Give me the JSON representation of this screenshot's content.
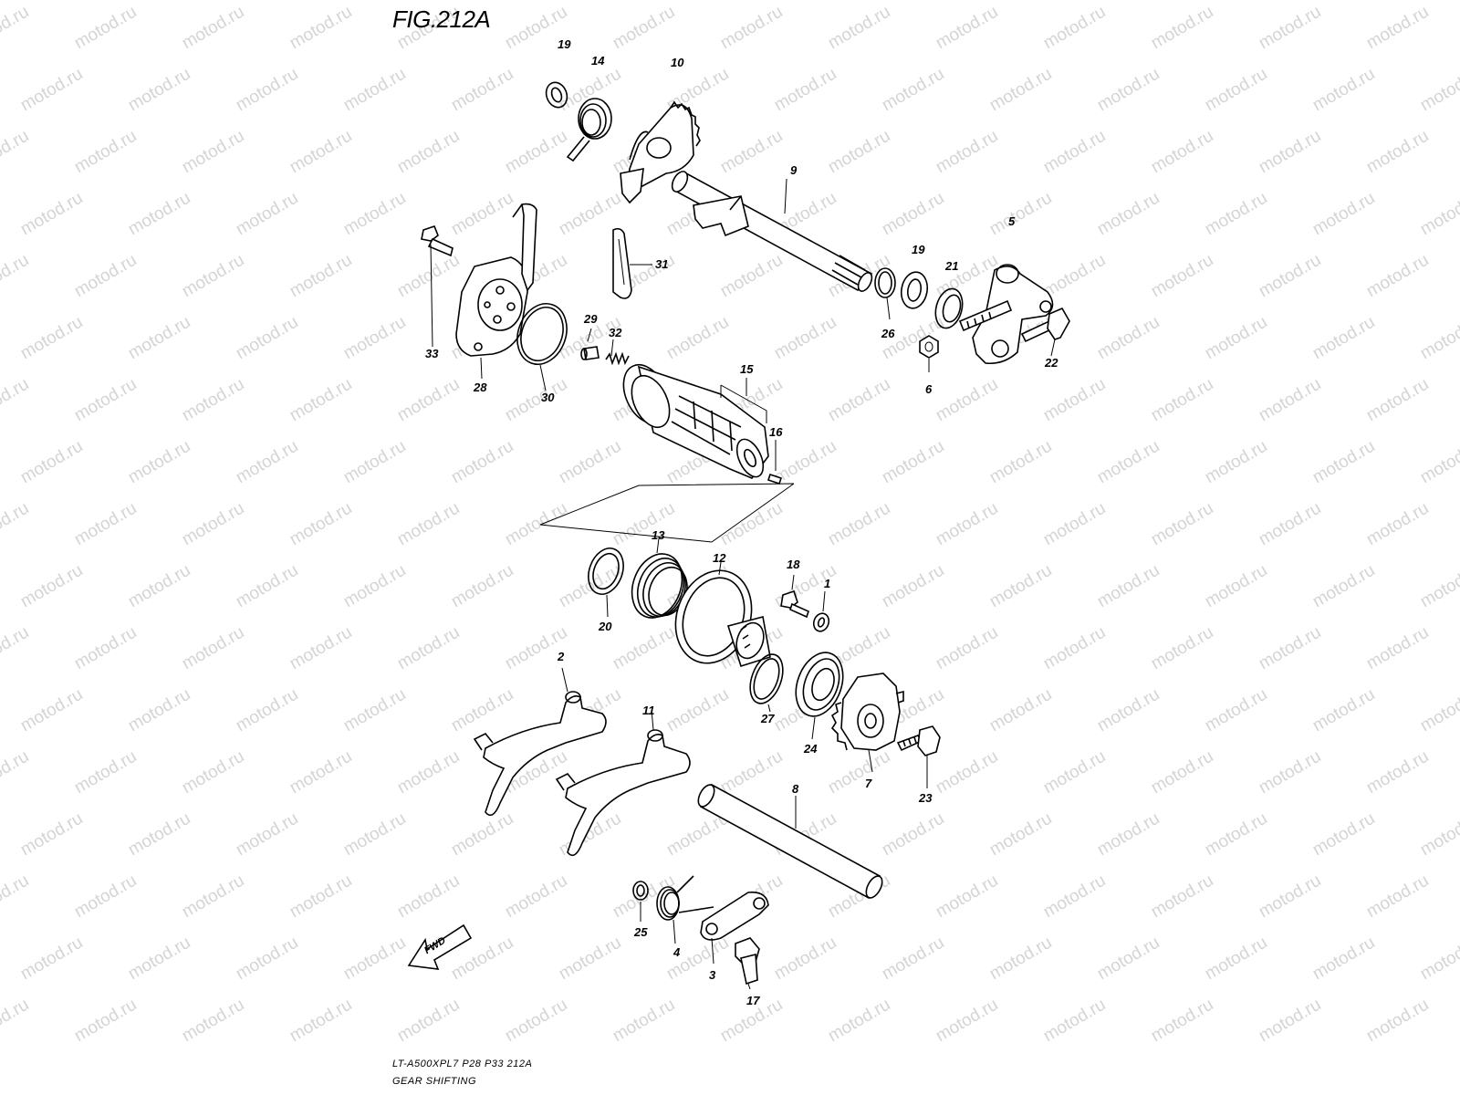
{
  "figure": {
    "title": "FIG.212A",
    "watermark": "motod.ru",
    "model_line": "LT-A500XPL7  P28  P33  212A",
    "section_name": "GEAR SHIFTING",
    "fwd_label": "FWD"
  },
  "callouts": [
    {
      "id": "c19a",
      "label": "19"
    },
    {
      "id": "c14",
      "label": "14"
    },
    {
      "id": "c10",
      "label": "10"
    },
    {
      "id": "c9",
      "label": "9"
    },
    {
      "id": "c31",
      "label": "31"
    },
    {
      "id": "c19b",
      "label": "19"
    },
    {
      "id": "c21",
      "label": "21"
    },
    {
      "id": "c5",
      "label": "5"
    },
    {
      "id": "c26",
      "label": "26"
    },
    {
      "id": "c22",
      "label": "22"
    },
    {
      "id": "c6",
      "label": "6"
    },
    {
      "id": "c33",
      "label": "33"
    },
    {
      "id": "c28",
      "label": "28"
    },
    {
      "id": "c29",
      "label": "29"
    },
    {
      "id": "c32",
      "label": "32"
    },
    {
      "id": "c30",
      "label": "30"
    },
    {
      "id": "c15",
      "label": "15"
    },
    {
      "id": "c16",
      "label": "16"
    },
    {
      "id": "c13",
      "label": "13"
    },
    {
      "id": "c12",
      "label": "12"
    },
    {
      "id": "c18",
      "label": "18"
    },
    {
      "id": "c1",
      "label": "1"
    },
    {
      "id": "c20",
      "label": "20"
    },
    {
      "id": "c2",
      "label": "2"
    },
    {
      "id": "c11",
      "label": "11"
    },
    {
      "id": "c27",
      "label": "27"
    },
    {
      "id": "c24",
      "label": "24"
    },
    {
      "id": "c7",
      "label": "7"
    },
    {
      "id": "c23",
      "label": "23"
    },
    {
      "id": "c8",
      "label": "8"
    },
    {
      "id": "c25",
      "label": "25"
    },
    {
      "id": "c4",
      "label": "4"
    },
    {
      "id": "c3",
      "label": "3"
    },
    {
      "id": "c17",
      "label": "17"
    }
  ],
  "colors": {
    "line": "#000000",
    "background": "#ffffff",
    "watermark": "#d4d4d4"
  }
}
